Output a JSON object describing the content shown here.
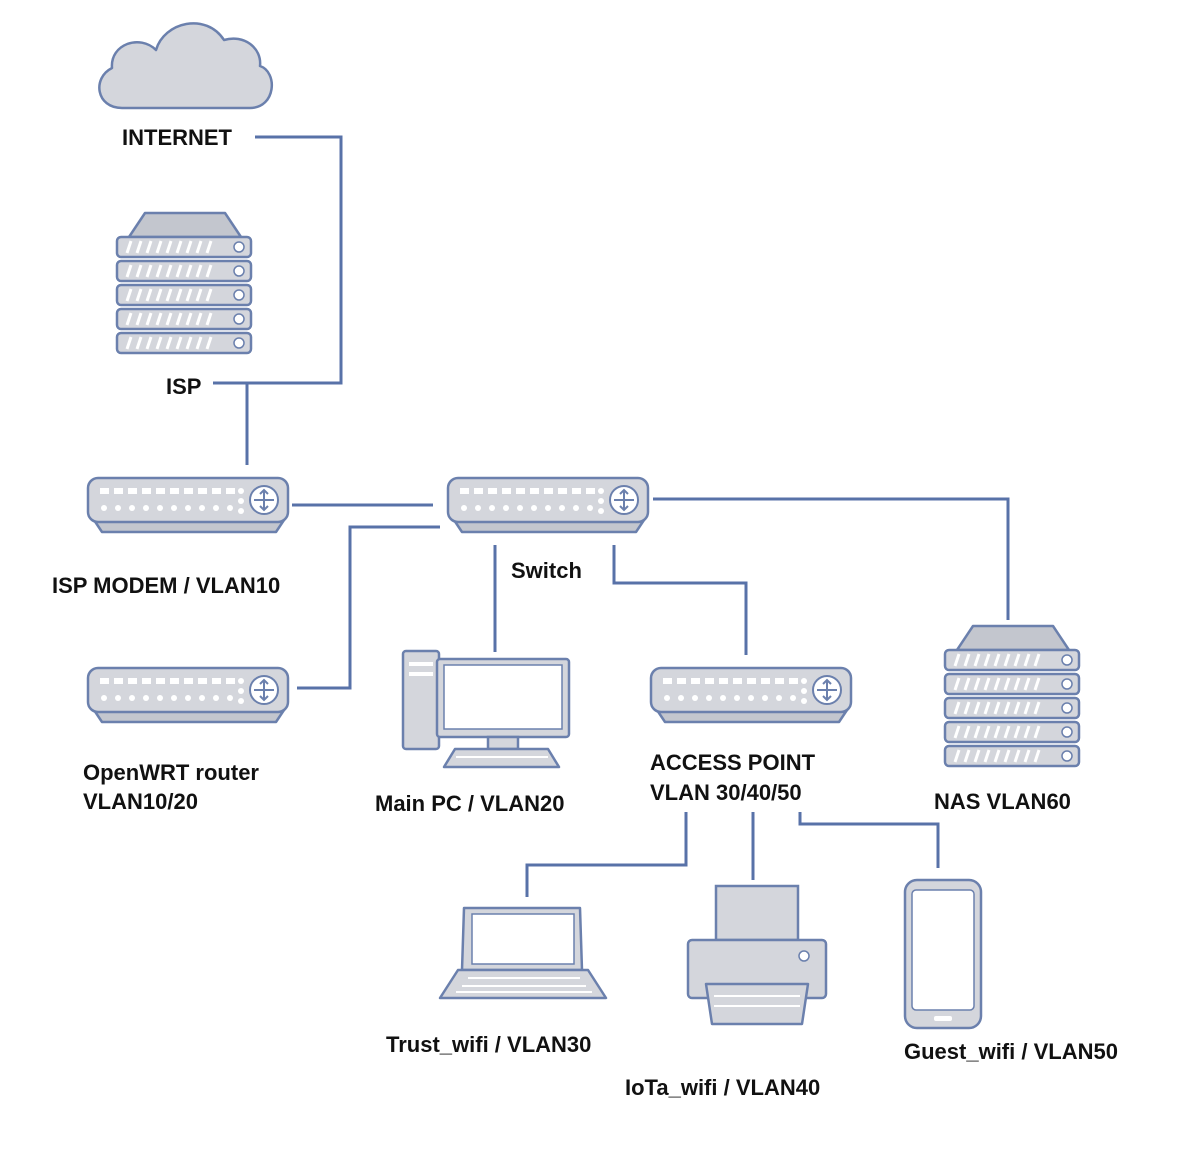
{
  "labels": {
    "internet": "INTERNET",
    "isp": "ISP",
    "isp_modem": "ISP MODEM / VLAN10",
    "switch": "Switch",
    "openwrt_line1": "OpenWRT router",
    "openwrt_line2": "VLAN10/20",
    "main_pc": "Main PC  / VLAN20",
    "access_point_line1": "ACCESS POINT",
    "access_point_line2": "VLAN 30/40/50",
    "nas": "NAS VLAN60",
    "trust_wifi": "Trust_wifi / VLAN30",
    "iota_wifi": "IoTa_wifi / VLAN40",
    "guest_wifi": "Guest_wifi / VLAN50"
  },
  "colors": {
    "link": "#5872a8",
    "device_fill": "#d4d6dc",
    "device_outline": "#6b80ad",
    "label_text": "#111111",
    "background": "#ffffff"
  },
  "icons": {
    "internet": "cloud-icon",
    "isp": "server-rack-icon",
    "isp_modem": "network-device-icon",
    "switch": "network-device-icon",
    "openwrt_router": "network-device-icon",
    "main_pc": "desktop-computer-icon",
    "access_point": "network-device-icon",
    "nas": "server-rack-icon",
    "trust_wifi": "laptop-icon",
    "iota_wifi": "printer-icon",
    "guest_wifi": "smartphone-icon"
  }
}
